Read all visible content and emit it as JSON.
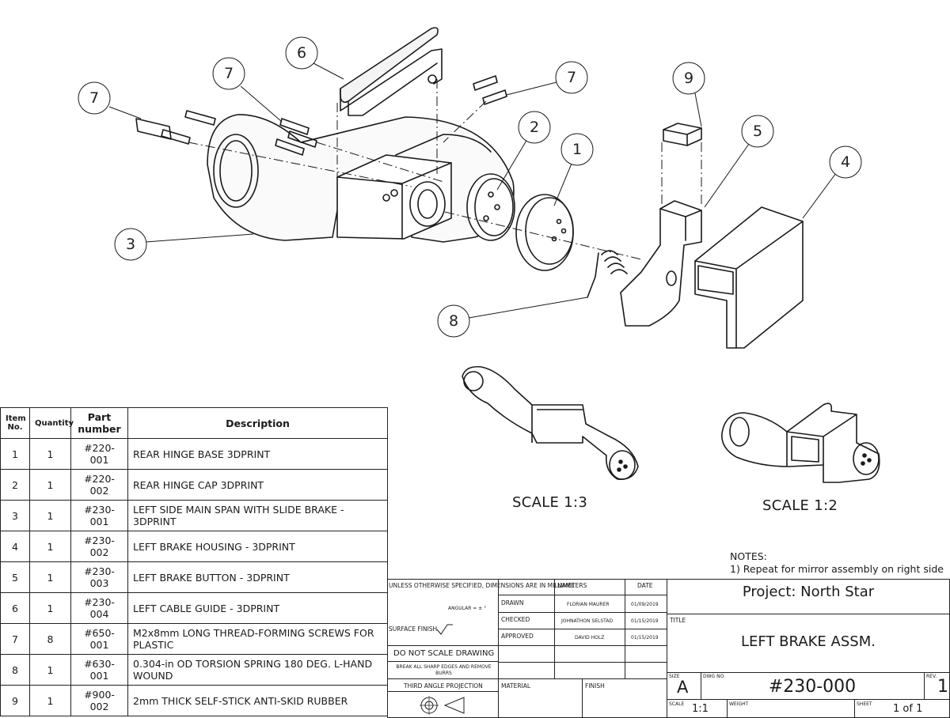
{
  "callouts": [
    "1",
    "2",
    "3",
    "4",
    "5",
    "6",
    "7",
    "8",
    "9"
  ],
  "views": {
    "scale_a": "SCALE 1:3",
    "scale_b": "SCALE 1:2"
  },
  "bom": {
    "headers": {
      "item": "Item No.",
      "quantity": "Quantity",
      "part": "Part number",
      "description": "Description"
    },
    "rows": [
      {
        "item": "1",
        "qty": "1",
        "part": "#220-001",
        "desc": "REAR HINGE BASE 3DPRINT"
      },
      {
        "item": "2",
        "qty": "1",
        "part": "#220-002",
        "desc": "REAR HINGE CAP 3DPRINT"
      },
      {
        "item": "3",
        "qty": "1",
        "part": "#230-001",
        "desc": "LEFT SIDE MAIN SPAN WITH SLIDE BRAKE - 3DPRINT"
      },
      {
        "item": "4",
        "qty": "1",
        "part": "#230-002",
        "desc": "LEFT BRAKE HOUSING - 3DPRINT"
      },
      {
        "item": "5",
        "qty": "1",
        "part": "#230-003",
        "desc": "LEFT BRAKE BUTTON - 3DPRINT"
      },
      {
        "item": "6",
        "qty": "1",
        "part": "#230-004",
        "desc": "LEFT CABLE GUIDE - 3DPRINT"
      },
      {
        "item": "7",
        "qty": "8",
        "part": "#650-001",
        "desc": "M2x8mm LONG THREAD-FORMING SCREWS FOR PLASTIC"
      },
      {
        "item": "8",
        "qty": "1",
        "part": "#630-001",
        "desc": "0.304-in OD TORSION SPRING 180 DEG. L-HAND WOUND"
      },
      {
        "item": "9",
        "qty": "1",
        "part": "#900-002",
        "desc": "2mm THICK SELF-STICK ANTI-SKID RUBBER"
      }
    ]
  },
  "notes": {
    "heading": "NOTES:",
    "line1": "1) Repeat for mirror assembly on right side"
  },
  "title_block": {
    "unless": "UNLESS OTHERWISE SPECIFIED, DIMENSIONS ARE IN MILLIMETERS",
    "angular": "ANGULAR = ± °",
    "surface_finish": "SURFACE FINISH",
    "do_not_scale": "DO NOT SCALE DRAWING",
    "break_edges": "BREAK ALL SHARP EDGES AND REMOVE BURRS",
    "projection": "THIRD ANGLE PROJECTION",
    "col_name": "NAME",
    "col_date": "DATE",
    "drawn_label": "DRAWN",
    "drawn_name": "FLORIAN MAURER",
    "drawn_date": "01/09/2019",
    "checked_label": "CHECKED",
    "checked_name": "JOHNATHON SELSTAD",
    "checked_date": "01/15/2019",
    "approved_label": "APPROVED",
    "approved_name": "DAVID HOLZ",
    "approved_date": "01/15/2019",
    "material_label": "MATERIAL",
    "finish_label": "FINISH",
    "project": "Project: North Star",
    "title_label": "TITLE",
    "title": "LEFT BRAKE ASSM.",
    "size_label": "SIZE",
    "size": "A",
    "dwg_label": "DWG NO.",
    "dwg_no": "#230-000",
    "rev_label": "REV.",
    "rev": "1",
    "scale_label": "SCALE",
    "scale": "1:1",
    "weight_label": "WEIGHT",
    "sheet_label": "SHEET",
    "sheet": "1 of 1"
  }
}
